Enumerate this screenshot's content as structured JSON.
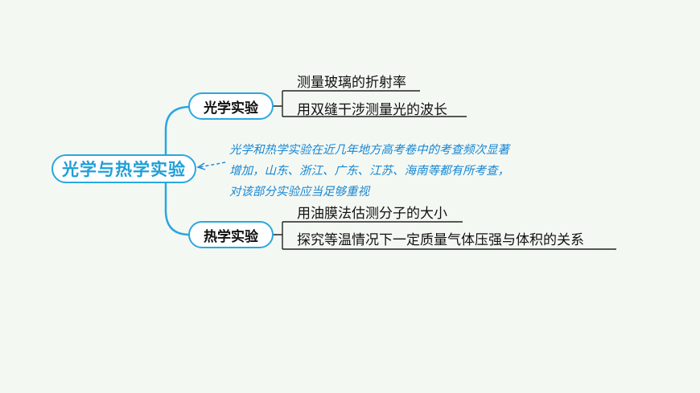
{
  "root": {
    "label": "光学与热学实验"
  },
  "branches": [
    {
      "label": "光学实验",
      "leaves": [
        "测量玻璃的折射率",
        "用双缝干涉测量光的波长"
      ]
    },
    {
      "label": "热学实验",
      "leaves": [
        "用油膜法估测分子的大小",
        "探究等温情况下一定质量气体压强与体积的关系"
      ]
    }
  ],
  "note": {
    "lines": [
      "光学和热学实验在近几年地方高考卷中的考查频次显著",
      "增加，山东、浙江、广东、江苏、海南等都有所考查，",
      "对该部分实验应当足够重视"
    ]
  },
  "colors": {
    "line": "#29a7e1",
    "root_text": "#1e9fd8",
    "note_text": "#1787d4",
    "background": "#f4f8f3"
  }
}
